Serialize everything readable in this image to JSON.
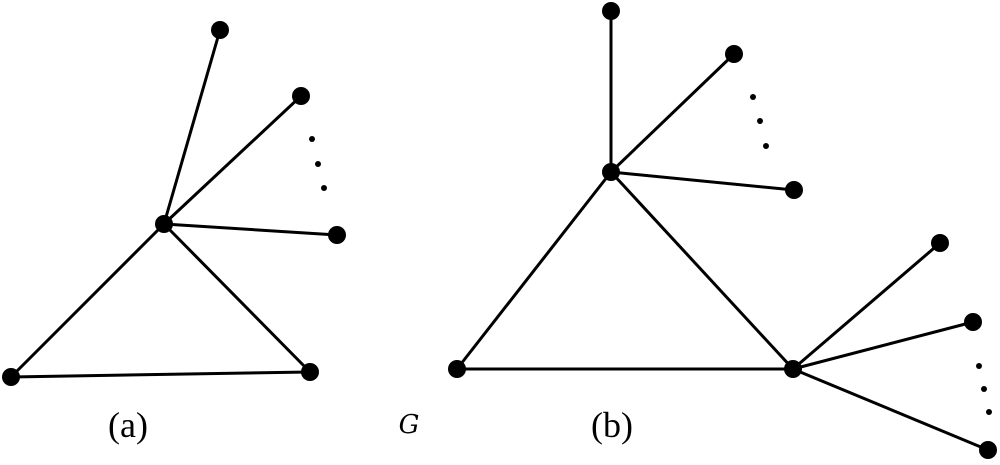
{
  "captions": {
    "a": "(a)",
    "b": "(b)"
  },
  "center_label": "G",
  "colors": {
    "ink": "#000000",
    "background": "#ffffff"
  },
  "graphs": [
    {
      "id": "a",
      "nodes": [
        "hub",
        "leaf-1",
        "leaf-2",
        "leaf-3",
        "left",
        "right"
      ],
      "edges": [
        [
          "hub",
          "leaf-1"
        ],
        [
          "hub",
          "leaf-2"
        ],
        [
          "hub",
          "leaf-3"
        ],
        [
          "hub",
          "left"
        ],
        [
          "hub",
          "right"
        ],
        [
          "left",
          "right"
        ]
      ],
      "has_ellipsis": true
    },
    {
      "id": "b",
      "nodes": [
        "top-hub",
        "top-leaf-1",
        "top-leaf-2",
        "top-leaf-3",
        "left",
        "right-hub",
        "right-leaf-1",
        "right-leaf-2",
        "right-leaf-3"
      ],
      "edges": [
        [
          "top-hub",
          "top-leaf-1"
        ],
        [
          "top-hub",
          "top-leaf-2"
        ],
        [
          "top-hub",
          "top-leaf-3"
        ],
        [
          "top-hub",
          "left"
        ],
        [
          "top-hub",
          "right-hub"
        ],
        [
          "left",
          "right-hub"
        ],
        [
          "right-hub",
          "right-leaf-1"
        ],
        [
          "right-hub",
          "right-leaf-2"
        ],
        [
          "right-hub",
          "right-leaf-3"
        ]
      ],
      "has_ellipsis": true
    }
  ]
}
